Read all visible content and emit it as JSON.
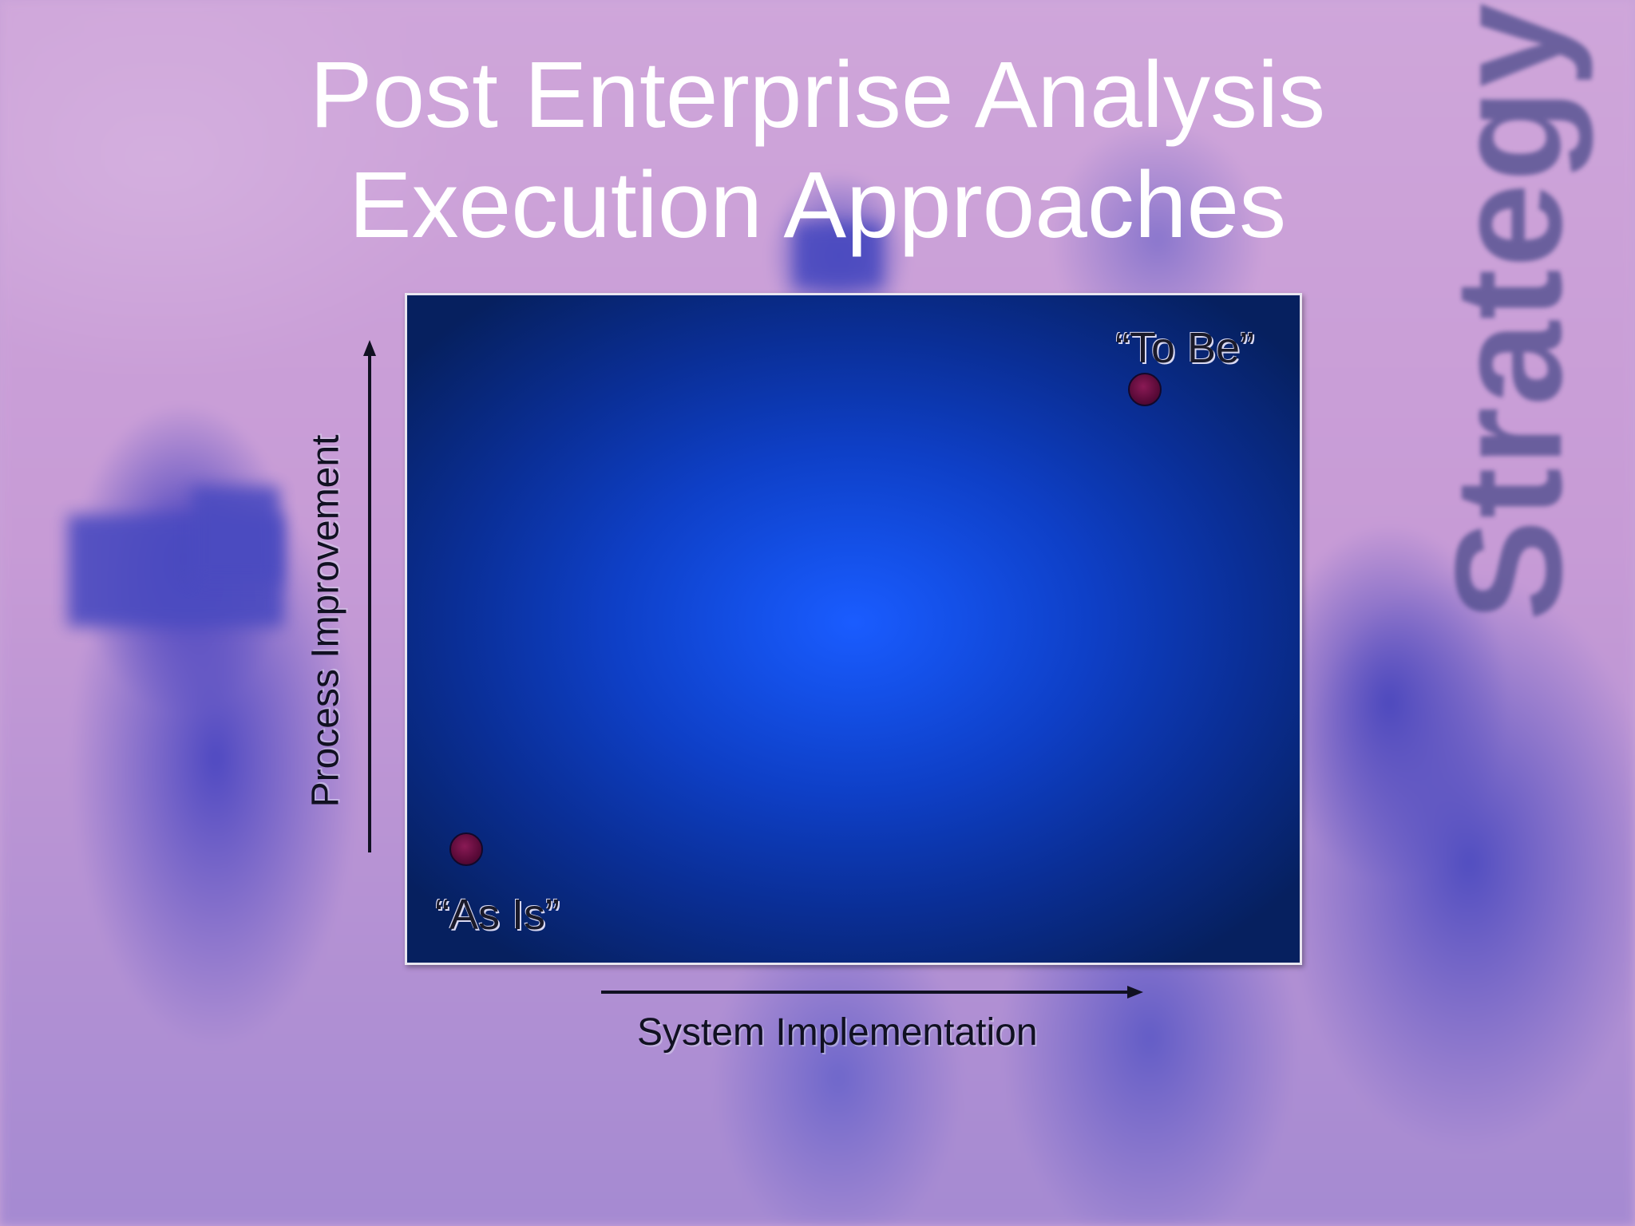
{
  "slide": {
    "title_line1": "Post Enterprise Analysis",
    "title_line2": "Execution Approaches",
    "watermark": "Strategy"
  },
  "diagram": {
    "y_axis_label": "Process Improvement",
    "x_axis_label": "System Implementation",
    "points": [
      {
        "label": "“As Is”",
        "x": 0,
        "y": 0
      },
      {
        "label": "“To Be”",
        "x": 1,
        "y": 1
      }
    ]
  },
  "colors": {
    "title": "#ffffff",
    "panel_center": "#1a5cff",
    "panel_edge": "#06205f",
    "point": "#5a0a38",
    "axis": "#111122"
  }
}
